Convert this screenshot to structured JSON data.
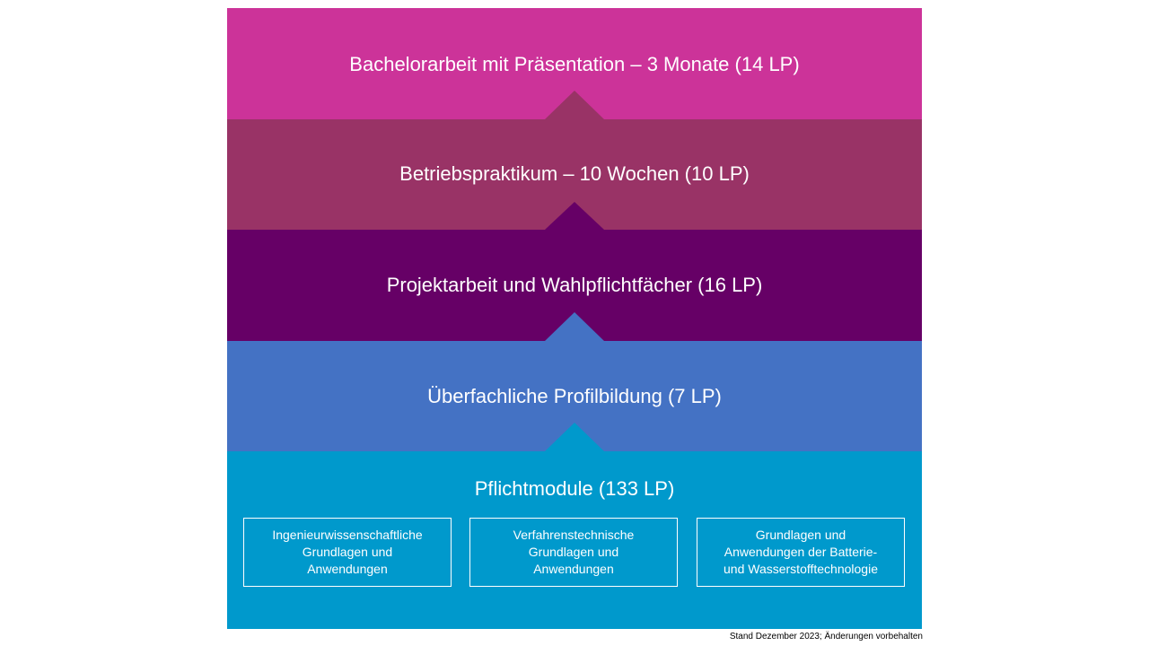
{
  "layers": [
    {
      "label": "Bachelorarbeit mit Präsentation – 3 Monate (14 LP)",
      "color": "#cc3399"
    },
    {
      "label": "Betriebspraktikum – 10 Wochen (10 LP)",
      "color": "#993366"
    },
    {
      "label": "Projektarbeit und Wahlpflichtfächer (16 LP)",
      "color": "#660066"
    },
    {
      "label": "Überfachliche Profilbildung (7 LP)",
      "color": "#4472c4"
    },
    {
      "label": "Pflichtmodule (133 LP)",
      "color": "#0099cc"
    }
  ],
  "modules": [
    {
      "line1": "Ingenieurwissenschaftliche",
      "line2": "Grundlagen und",
      "line3": "Anwendungen"
    },
    {
      "line1": "Verfahrenstechnische",
      "line2": "Grundlagen und",
      "line3": "Anwendungen"
    },
    {
      "line1": "Grundlagen und",
      "line2": "Anwendungen der Batterie-",
      "line3": "und Wasserstofftechnologie"
    }
  ],
  "footnote": "Stand Dezember 2023; Änderungen vorbehalten"
}
